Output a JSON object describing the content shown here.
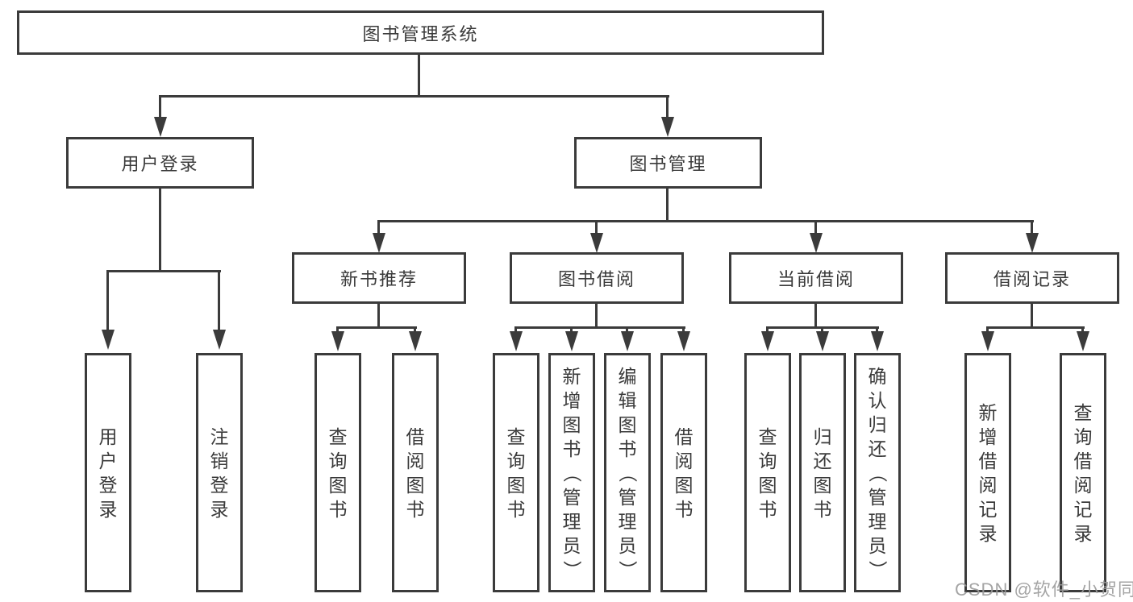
{
  "diagram": {
    "root": {
      "label": "图书管理系统"
    },
    "level2": {
      "user_login": {
        "label": "用户登录"
      },
      "book_management": {
        "label": "图书管理"
      }
    },
    "level3": {
      "new_book_recommendation": {
        "label": "新书推荐"
      },
      "book_borrowing": {
        "label": "图书借阅"
      },
      "current_borrowing": {
        "label": "当前借阅"
      },
      "borrowing_records": {
        "label": "借阅记录"
      }
    },
    "leaves": {
      "user_login": [
        "用户登录",
        "注销登录"
      ],
      "new_book_recommendation": [
        "查询图书",
        "借阅图书"
      ],
      "book_borrowing": [
        "查询图书",
        "新增图书（管理员）",
        "编辑图书（管理员）",
        "借阅图书"
      ],
      "current_borrowing": [
        "查询图书",
        "归还图书",
        "确认归还（管理员）"
      ],
      "borrowing_records": [
        "新增借阅记录",
        "查询借阅记录"
      ]
    }
  },
  "watermark": {
    "text": "CSDN @软件_小贺同学"
  },
  "colors": {
    "line": "#3b3b3b",
    "text": "#3a3a3a",
    "background": "#ffffff",
    "watermark": "#9b9b9b"
  }
}
